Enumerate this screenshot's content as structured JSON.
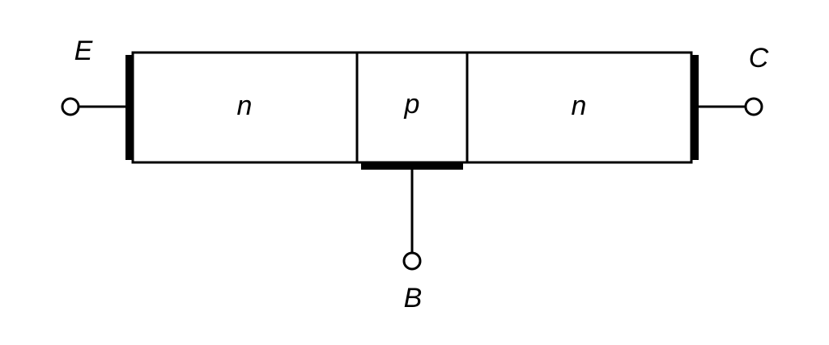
{
  "diagram": {
    "regions": [
      {
        "label": "n"
      },
      {
        "label": "p"
      },
      {
        "label": "n"
      }
    ],
    "terminals": {
      "emitter": "E",
      "base": "B",
      "collector": "C"
    }
  }
}
